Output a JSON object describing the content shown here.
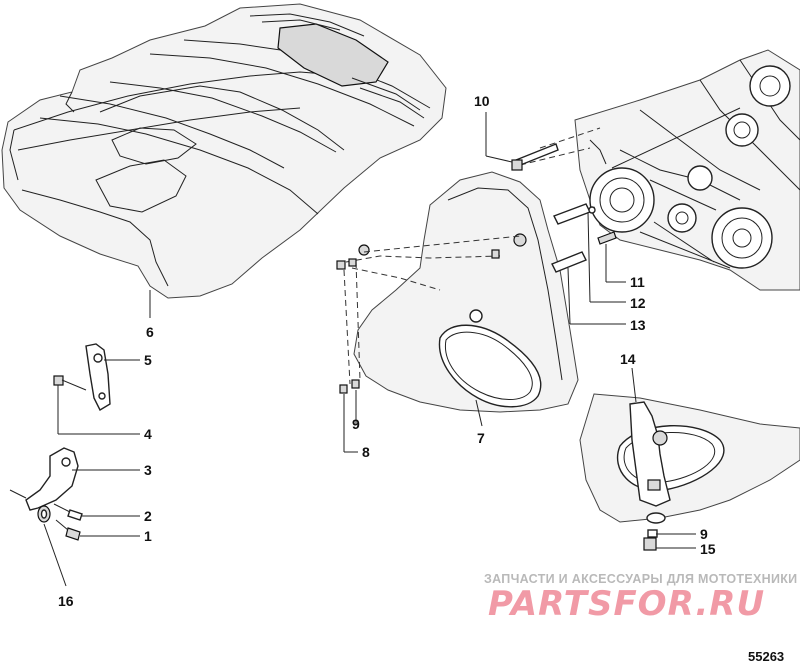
{
  "callouts": {
    "c1": "1",
    "c2": "2",
    "c3": "3",
    "c4": "4",
    "c5": "5",
    "c6": "6",
    "c7": "7",
    "c8": "8",
    "c9a": "9",
    "c9b": "9",
    "c10": "10",
    "c11": "11",
    "c12": "12",
    "c13": "13",
    "c14": "14",
    "c15": "15",
    "c16": "16"
  },
  "watermark": {
    "tagline": "ЗАПЧАСТИ И АКСЕССУАРЫ ДЛЯ МОТОТЕХНИКИ",
    "brand": "PARTSFOR.RU"
  },
  "diagram_id": "55263"
}
